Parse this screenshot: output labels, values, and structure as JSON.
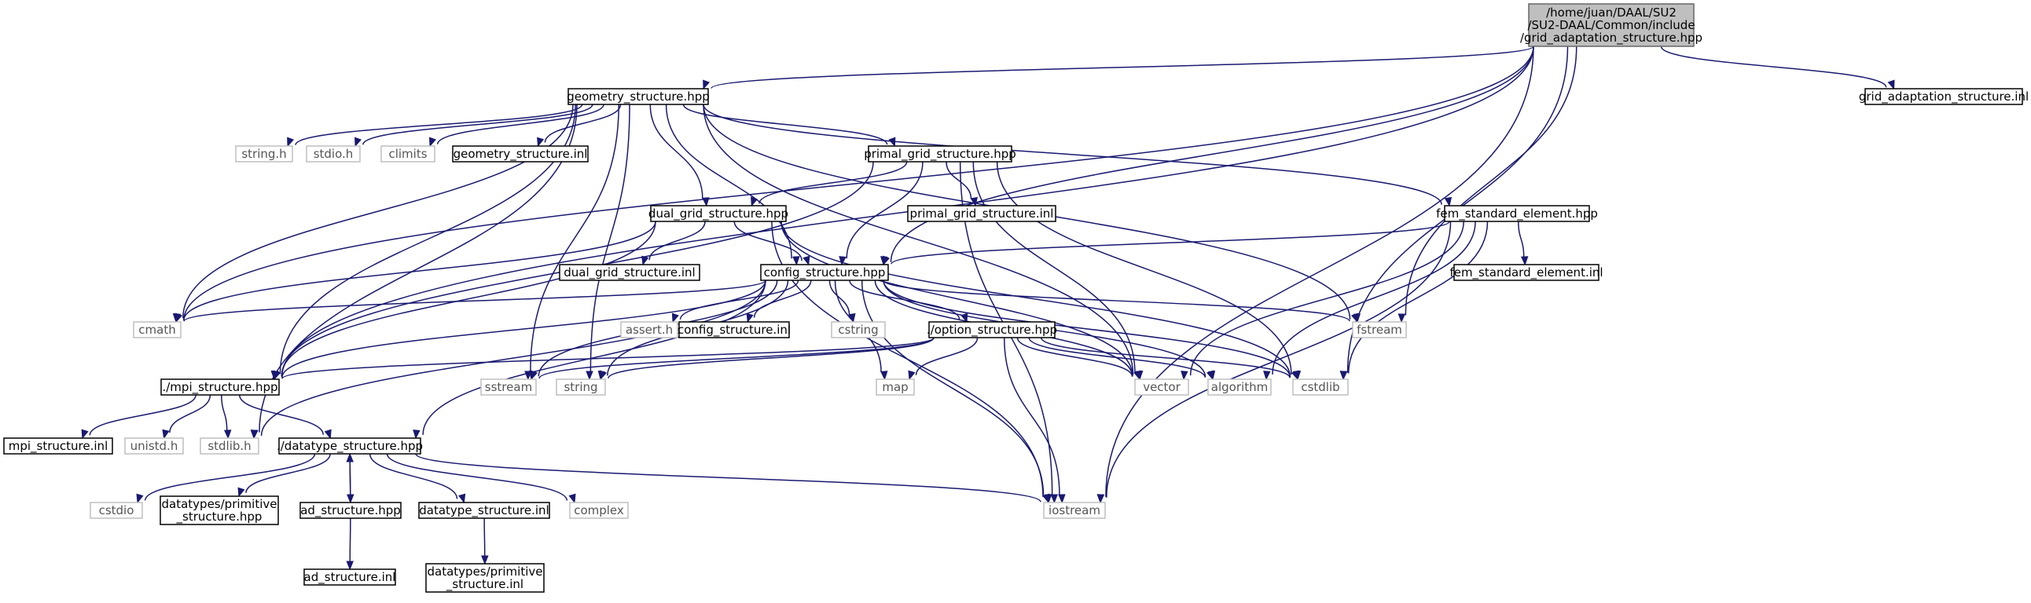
{
  "graph": {
    "nodes": [
      {
        "id": "root",
        "kind": "root",
        "label": [
          "/home/juan/DAAL/SU2",
          "/SU2-DAAL/Common/include",
          "/grid_adaptation_structure.hpp"
        ]
      },
      {
        "id": "geometry",
        "kind": "doc",
        "label": [
          "geometry_structure.hpp"
        ]
      },
      {
        "id": "grid_inl",
        "kind": "doc",
        "label": [
          "grid_adaptation_structure.inl"
        ]
      },
      {
        "id": "string_h",
        "kind": "sys",
        "label": [
          "string.h"
        ]
      },
      {
        "id": "stdio_h",
        "kind": "sys",
        "label": [
          "stdio.h"
        ]
      },
      {
        "id": "climits",
        "kind": "sys",
        "label": [
          "climits"
        ]
      },
      {
        "id": "geometry_inl",
        "kind": "doc",
        "label": [
          "geometry_structure.inl"
        ]
      },
      {
        "id": "primal",
        "kind": "doc",
        "label": [
          "primal_grid_structure.hpp"
        ]
      },
      {
        "id": "fem",
        "kind": "doc",
        "label": [
          "fem_standard_element.hpp"
        ]
      },
      {
        "id": "primal_inl",
        "kind": "doc",
        "label": [
          "primal_grid_structure.inl"
        ]
      },
      {
        "id": "dual",
        "kind": "doc",
        "label": [
          "dual_grid_structure.hpp"
        ]
      },
      {
        "id": "fem_inl",
        "kind": "doc",
        "label": [
          "fem_standard_element.inl"
        ]
      },
      {
        "id": "dual_inl",
        "kind": "doc",
        "label": [
          "dual_grid_structure.inl"
        ]
      },
      {
        "id": "config",
        "kind": "doc",
        "label": [
          "config_structure.hpp"
        ]
      },
      {
        "id": "cmath",
        "kind": "sys",
        "label": [
          "cmath"
        ]
      },
      {
        "id": "assert_h",
        "kind": "sys",
        "label": [
          "assert.h"
        ]
      },
      {
        "id": "config_inl",
        "kind": "doc",
        "label": [
          "config_structure.inl"
        ]
      },
      {
        "id": "cstring",
        "kind": "sys",
        "label": [
          "cstring"
        ]
      },
      {
        "id": "option",
        "kind": "doc",
        "label": [
          "./option_structure.hpp"
        ]
      },
      {
        "id": "fstream",
        "kind": "sys",
        "label": [
          "fstream"
        ]
      },
      {
        "id": "mpi",
        "kind": "doc",
        "label": [
          "./mpi_structure.hpp"
        ]
      },
      {
        "id": "sstream",
        "kind": "sys",
        "label": [
          "sstream"
        ]
      },
      {
        "id": "string",
        "kind": "sys",
        "label": [
          "string"
        ]
      },
      {
        "id": "map",
        "kind": "sys",
        "label": [
          "map"
        ]
      },
      {
        "id": "vector",
        "kind": "sys",
        "label": [
          "vector"
        ]
      },
      {
        "id": "algorithm",
        "kind": "sys",
        "label": [
          "algorithm"
        ]
      },
      {
        "id": "cstdlib",
        "kind": "sys",
        "label": [
          "cstdlib"
        ]
      },
      {
        "id": "mpi_inl",
        "kind": "doc",
        "label": [
          "mpi_structure.inl"
        ]
      },
      {
        "id": "unistd_h",
        "kind": "sys",
        "label": [
          "unistd.h"
        ]
      },
      {
        "id": "stdlib_h",
        "kind": "sys",
        "label": [
          "stdlib.h"
        ]
      },
      {
        "id": "datatype",
        "kind": "doc",
        "label": [
          "./datatype_structure.hpp"
        ]
      },
      {
        "id": "cstdio",
        "kind": "sys",
        "label": [
          "cstdio"
        ]
      },
      {
        "id": "prim_hpp",
        "kind": "doc",
        "label": [
          "datatypes/primitive",
          "_structure.hpp"
        ]
      },
      {
        "id": "ad",
        "kind": "doc",
        "label": [
          "ad_structure.hpp"
        ]
      },
      {
        "id": "datatype_inl",
        "kind": "doc",
        "label": [
          "datatype_structure.inl"
        ]
      },
      {
        "id": "complex",
        "kind": "sys",
        "label": [
          "complex"
        ]
      },
      {
        "id": "iostream",
        "kind": "sys",
        "label": [
          "iostream"
        ]
      },
      {
        "id": "ad_inl",
        "kind": "doc",
        "label": [
          "ad_structure.inl"
        ]
      },
      {
        "id": "prim_inl",
        "kind": "doc",
        "label": [
          "datatypes/primitive",
          "_structure.inl"
        ]
      }
    ],
    "edges": [
      [
        "root",
        "geometry"
      ],
      [
        "root",
        "grid_inl"
      ],
      [
        "root",
        "config"
      ],
      [
        "root",
        "mpi"
      ],
      [
        "root",
        "cmath"
      ],
      [
        "root",
        "fstream"
      ],
      [
        "root",
        "cstdlib"
      ],
      [
        "root",
        "iostream"
      ],
      [
        "geometry",
        "string_h"
      ],
      [
        "geometry",
        "stdio_h"
      ],
      [
        "geometry",
        "climits"
      ],
      [
        "geometry",
        "geometry_inl"
      ],
      [
        "geometry",
        "primal"
      ],
      [
        "geometry",
        "fem"
      ],
      [
        "geometry",
        "dual"
      ],
      [
        "geometry",
        "config"
      ],
      [
        "geometry",
        "cmath"
      ],
      [
        "geometry",
        "mpi"
      ],
      [
        "geometry",
        "stdlib_h"
      ],
      [
        "geometry",
        "sstream"
      ],
      [
        "geometry",
        "string"
      ],
      [
        "geometry",
        "vector"
      ],
      [
        "geometry",
        "fstream"
      ],
      [
        "primal",
        "primal_inl"
      ],
      [
        "primal",
        "dual"
      ],
      [
        "primal",
        "config"
      ],
      [
        "primal",
        "mpi"
      ],
      [
        "primal",
        "vector"
      ],
      [
        "primal",
        "cstdlib"
      ],
      [
        "primal",
        "iostream"
      ],
      [
        "fem",
        "fem_inl"
      ],
      [
        "fem",
        "config"
      ],
      [
        "fem",
        "vector"
      ],
      [
        "fem",
        "algorithm"
      ],
      [
        "fem",
        "cstdlib"
      ],
      [
        "fem",
        "iostream"
      ],
      [
        "dual",
        "dual_inl"
      ],
      [
        "dual",
        "config"
      ],
      [
        "dual",
        "cmath"
      ],
      [
        "dual",
        "mpi"
      ],
      [
        "dual",
        "vector"
      ],
      [
        "dual",
        "cstdlib"
      ],
      [
        "dual",
        "iostream"
      ],
      [
        "config",
        "cmath"
      ],
      [
        "config",
        "mpi"
      ],
      [
        "config",
        "assert_h"
      ],
      [
        "config",
        "config_inl"
      ],
      [
        "config",
        "cstring"
      ],
      [
        "config",
        "option"
      ],
      [
        "config",
        "fstream"
      ],
      [
        "config",
        "sstream"
      ],
      [
        "config",
        "string"
      ],
      [
        "config",
        "map"
      ],
      [
        "config",
        "vector"
      ],
      [
        "config",
        "algorithm"
      ],
      [
        "config",
        "cstdlib"
      ],
      [
        "config",
        "stdlib_h"
      ],
      [
        "config",
        "datatype"
      ],
      [
        "config",
        "iostream"
      ],
      [
        "option",
        "mpi"
      ],
      [
        "option",
        "sstream"
      ],
      [
        "option",
        "string"
      ],
      [
        "option",
        "map"
      ],
      [
        "option",
        "vector"
      ],
      [
        "option",
        "algorithm"
      ],
      [
        "option",
        "cstdlib"
      ],
      [
        "option",
        "iostream"
      ],
      [
        "mpi",
        "mpi_inl"
      ],
      [
        "mpi",
        "unistd_h"
      ],
      [
        "mpi",
        "stdlib_h"
      ],
      [
        "mpi",
        "datatype"
      ],
      [
        "datatype",
        "cstdio"
      ],
      [
        "datatype",
        "prim_hpp"
      ],
      [
        "datatype",
        "ad"
      ],
      [
        "datatype",
        "datatype_inl"
      ],
      [
        "datatype",
        "complex"
      ],
      [
        "datatype",
        "iostream"
      ],
      [
        "ad",
        "datatype"
      ],
      [
        "ad",
        "ad_inl"
      ],
      [
        "datatype_inl",
        "prim_inl"
      ]
    ]
  }
}
